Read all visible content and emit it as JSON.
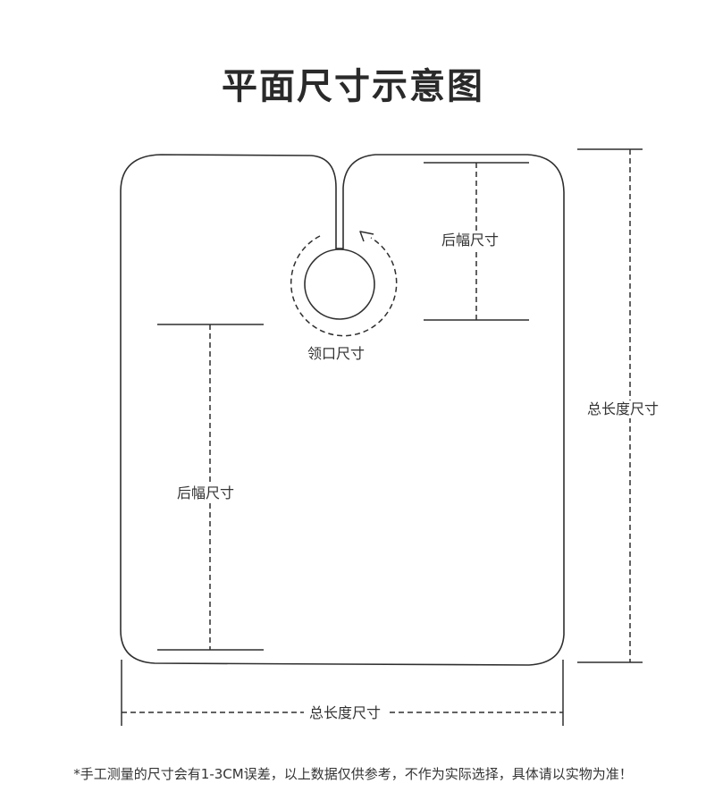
{
  "header": {
    "title": "平面尺寸示意图"
  },
  "labels": {
    "neck": "领口尺寸",
    "width_top": "后幅尺寸",
    "width_left": "后幅尺寸",
    "length_right": "总长度尺寸",
    "length_bottom": "总长度尺寸"
  },
  "footnote": "*手工测量的尺寸会有1-3CM误差，以上数据仅供参考，不作为实际选择，具体请以实物为准！",
  "colors": {
    "line": "#2f2f2f",
    "text": "#333333",
    "background": "#ffffff"
  }
}
